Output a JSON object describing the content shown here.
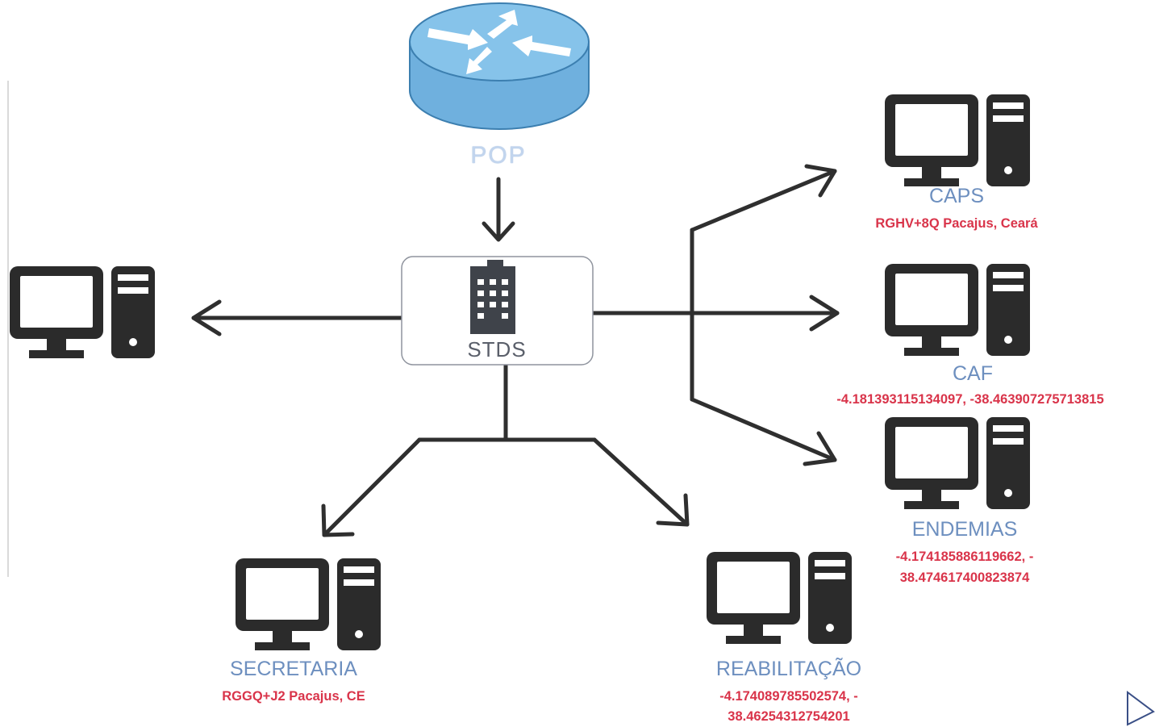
{
  "pop": {
    "label": "POP"
  },
  "center": {
    "label": "STDS"
  },
  "nodes": {
    "caps": {
      "label": "CAPS",
      "detail": "RGHV+8Q Pacajus, Ceará"
    },
    "caf": {
      "label": "CAF",
      "detail": "-4.181393115134097,  -38.463907275713815"
    },
    "endemias": {
      "label": "ENDEMIAS",
      "detail_line1": "-4.174185886119662,  -",
      "detail_line2": "38.474617400823874"
    },
    "secretaria": {
      "label": "SECRETARIA",
      "detail": "RGGQ+J2 Pacajus, CE"
    },
    "reabilitacao": {
      "label": "REABILITAÇÃO",
      "detail_line1": "-4.174089785502574,  -",
      "detail_line2": "38.46254312754201"
    }
  },
  "colors": {
    "lines": "#2f2f2f",
    "computer": "#2b2b2b",
    "router_fill": "#75b6e2",
    "node_label": "#6d8fbf",
    "detail_text": "#d9344a"
  }
}
